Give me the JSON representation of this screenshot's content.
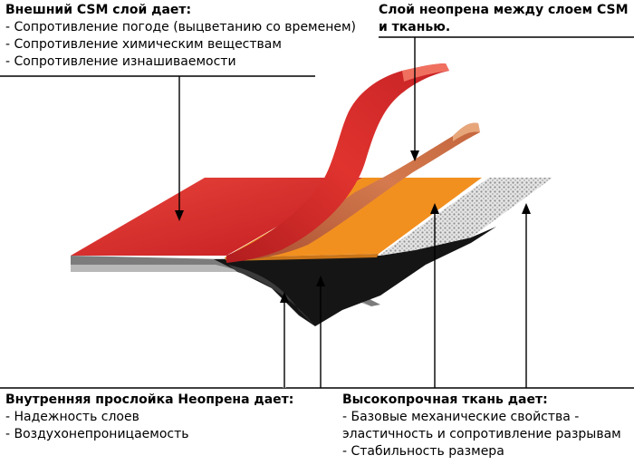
{
  "colors": {
    "outer_layer": "#d8242a",
    "outer_layer_light": "#e6463c",
    "outer_layer_dark": "#9e1a1a",
    "neoprene_interlayer": "#c8663d",
    "neoprene_interlayer_light": "#dd8a5c",
    "fabric_top": "#f2901f",
    "fabric_mesh": "#c9c9c9",
    "inner_core": "#151515",
    "gray_strip": "#8a8a8a"
  },
  "callouts": {
    "outer_csm": {
      "title": "Внешний CSM слой дает:",
      "items": [
        "- Сопротивление погоде (выцветанию со временем)",
        "- Сопротивление химическим веществам",
        "- Сопротивление изнашиваемости"
      ]
    },
    "neoprene_between": {
      "lines": [
        "Слой неопрена между слоем CSM",
        "и тканью."
      ]
    },
    "inner_neoprene": {
      "title": "Внутренняя прослойка Неопрена дает:",
      "items": [
        "- Надежность слоев",
        "- Воздухонепроницаемость"
      ]
    },
    "fabric": {
      "title": "Высокопрочная ткань дает:",
      "items": [
        "- Базовые механические свойства -",
        "эластичность и сопротивление разрывам",
        "- Стабильность размера"
      ]
    }
  }
}
